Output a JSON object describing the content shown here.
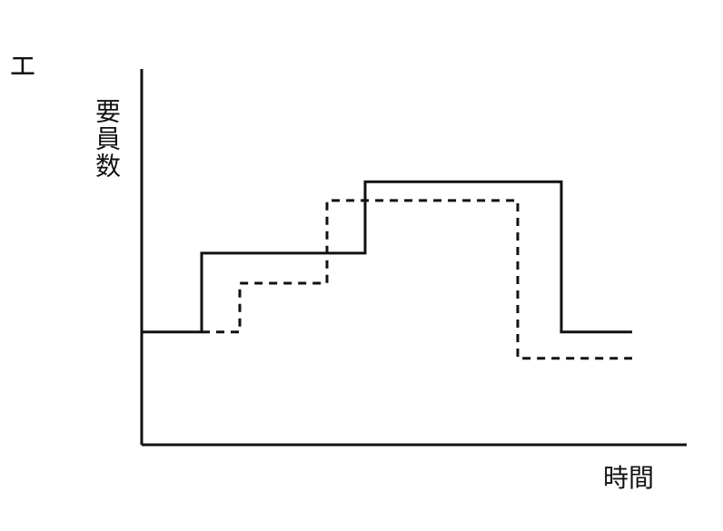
{
  "panel_label": "エ",
  "chart_data": {
    "type": "line",
    "step": true,
    "title": "",
    "xlabel": "時間",
    "ylabel": "要員数",
    "axis_ticks": false,
    "grid": false,
    "xlim": [
      0,
      10
    ],
    "ylim": [
      0,
      10
    ],
    "series": [
      {
        "style": "solid",
        "color": "#111111",
        "x": [
          0,
          1.1,
          1.1,
          4.1,
          4.1,
          7.7,
          7.7,
          9.0
        ],
        "y": [
          3.0,
          3.0,
          5.1,
          5.1,
          7.0,
          7.0,
          3.0,
          3.0
        ]
      },
      {
        "style": "dashed",
        "color": "#111111",
        "x": [
          1.1,
          1.8,
          1.8,
          3.4,
          3.4,
          6.9,
          6.9,
          9.0
        ],
        "y": [
          3.0,
          3.0,
          4.3,
          4.3,
          6.5,
          6.5,
          2.3,
          2.3
        ]
      }
    ]
  }
}
